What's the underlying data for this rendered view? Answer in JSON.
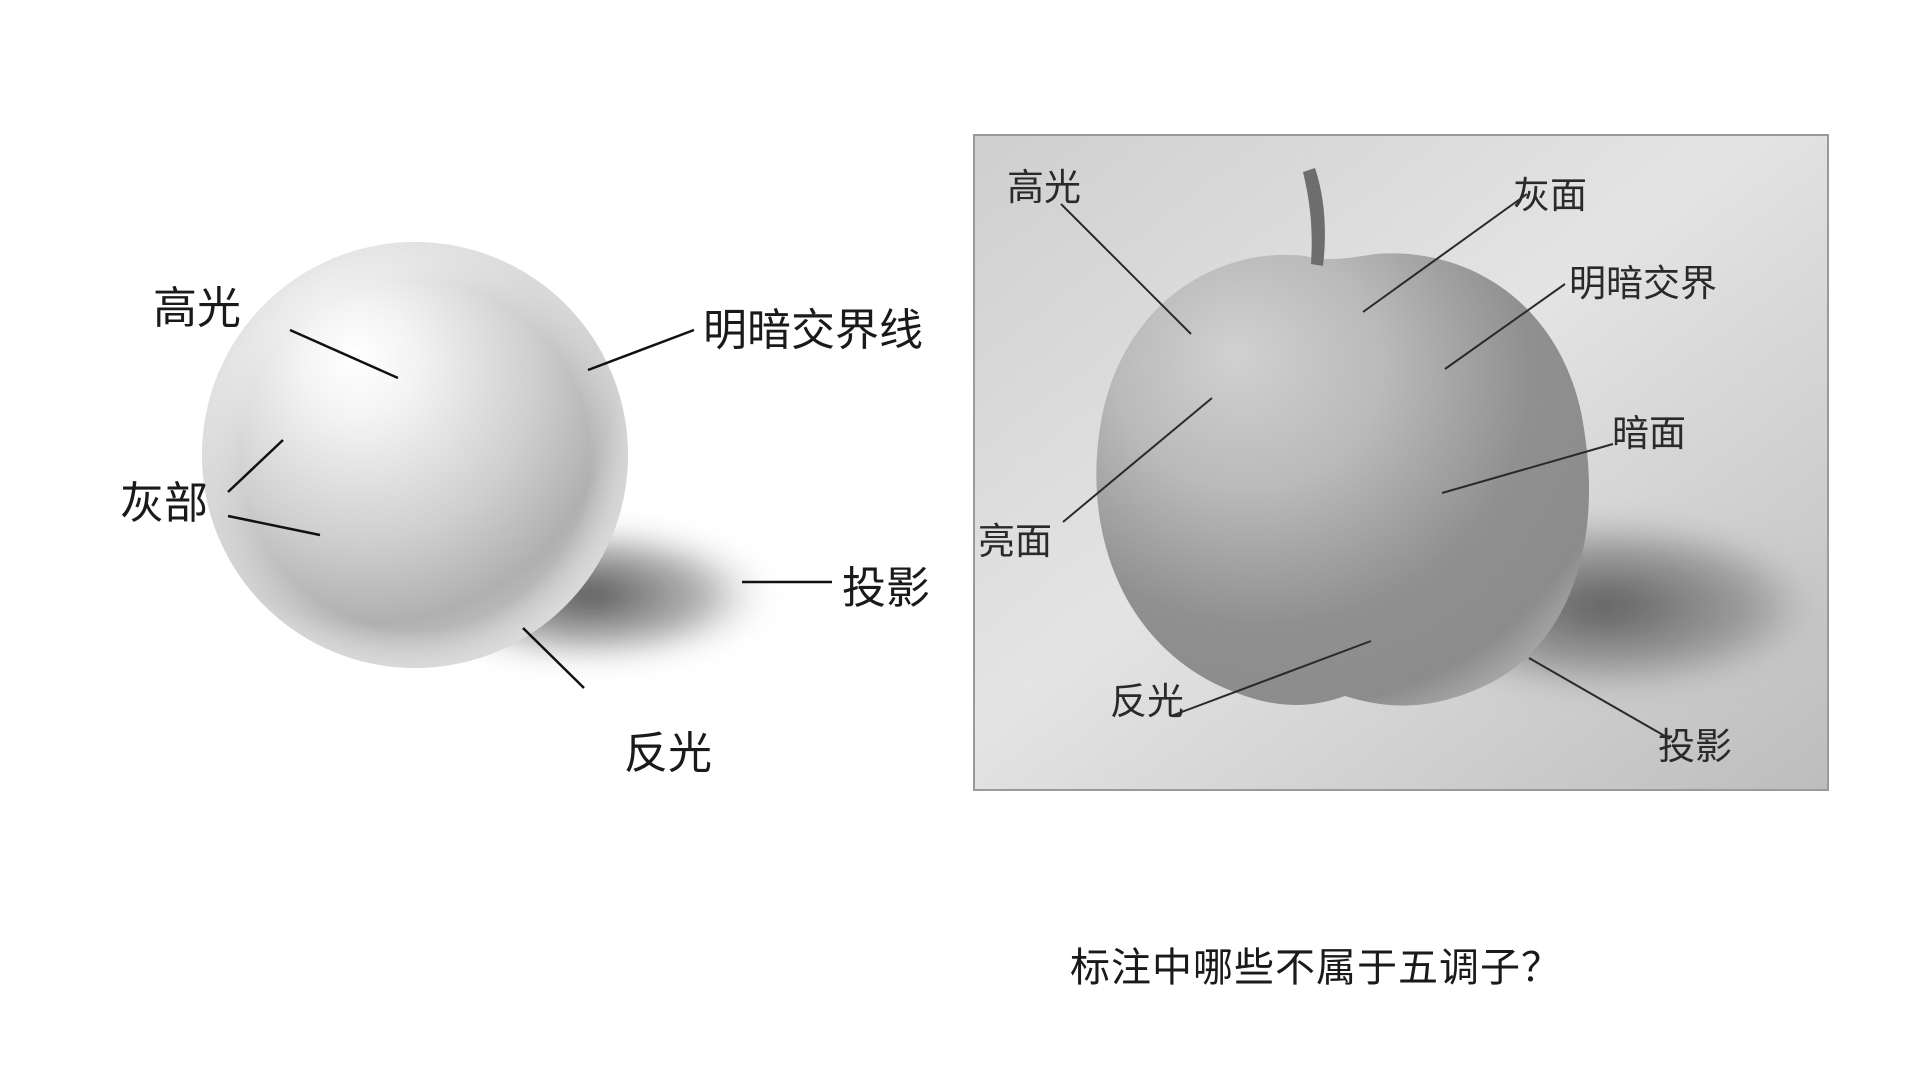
{
  "sphere": {
    "labels": {
      "highlight": "高光",
      "terminator": "明暗交界线",
      "gray": "灰部",
      "shadow": "投影",
      "reflected": "反光"
    }
  },
  "apple": {
    "labels": {
      "highlight": "高光",
      "gray": "灰面",
      "terminator": "明暗交界",
      "dark": "暗面",
      "light": "亮面",
      "reflected": "反光",
      "shadow": "投影"
    }
  },
  "question": "标注中哪些不属于五调子？"
}
